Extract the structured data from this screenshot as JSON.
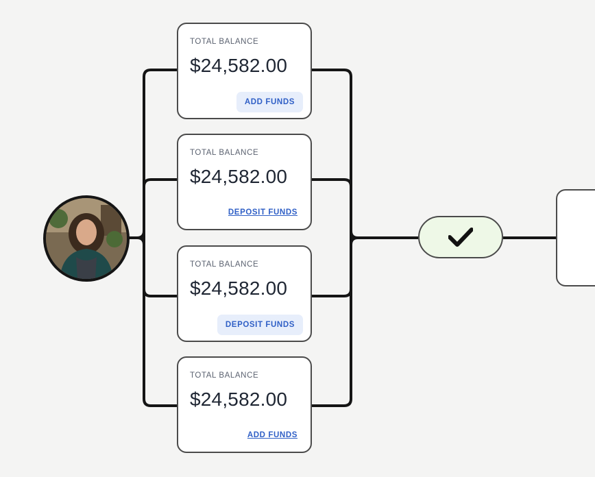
{
  "avatar": {
    "description_icon": "user-photo"
  },
  "cards": [
    {
      "label": "TOTAL BALANCE",
      "amount": "$24,582.00",
      "action": "ADD FUNDS",
      "action_style": "pill"
    },
    {
      "label": "TOTAL BALANCE",
      "amount": "$24,582.00",
      "action": "DEPOSIT FUNDS",
      "action_style": "link"
    },
    {
      "label": "TOTAL BALANCE",
      "amount": "$24,582.00",
      "action": "DEPOSIT FUNDS",
      "action_style": "pill"
    },
    {
      "label": "TOTAL BALANCE",
      "amount": "$24,582.00",
      "action": "ADD FUNDS",
      "action_style": "link"
    }
  ],
  "check_node": {
    "icon": "check-icon",
    "color": "#eef8e7"
  },
  "colors": {
    "accent": "#2f5fc6",
    "line": "#151515",
    "background": "#f4f4f3"
  }
}
